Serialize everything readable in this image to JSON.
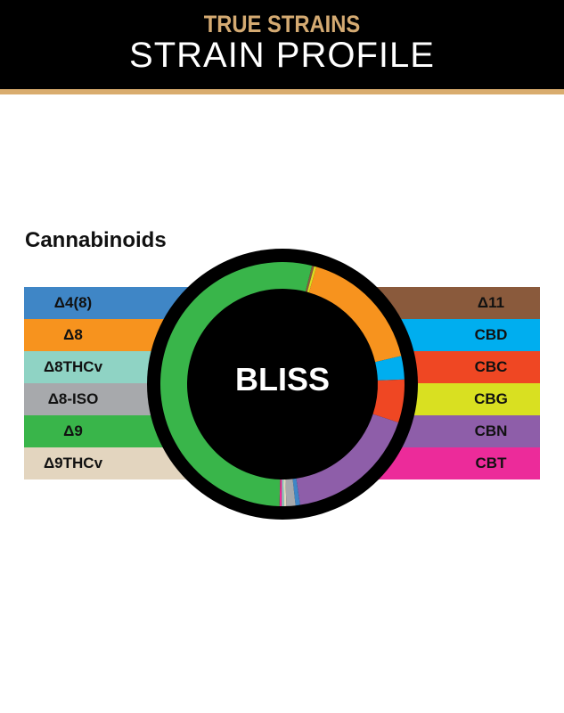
{
  "header": {
    "brand": "TRUE STRAINS",
    "title": "STRAIN PROFILE",
    "accent": "#d9ac6e"
  },
  "section_title": "Cannabinoids",
  "chart_data": {
    "type": "pie",
    "style": "donut",
    "center_label": "BLISS",
    "start_angle_deg": 14,
    "slices": [
      {
        "name": "Δ11",
        "value": 0.3,
        "color": "#8a5a3c"
      },
      {
        "name": "CBG",
        "value": 0.3,
        "color": "#d9e021"
      },
      {
        "name": "Δ8",
        "value": 16.8,
        "color": "#f7931e"
      },
      {
        "name": "CBD",
        "value": 3.1,
        "color": "#00aeef"
      },
      {
        "name": "CBC",
        "value": 5.7,
        "color": "#ef4723"
      },
      {
        "name": "CBN",
        "value": 17.6,
        "color": "#8e5ea9"
      },
      {
        "name": "Δ4(8)",
        "value": 0.6,
        "color": "#3f86c6"
      },
      {
        "name": "Δ8-ISO",
        "value": 1.2,
        "color": "#a7a9ac"
      },
      {
        "name": "Δ9THCv",
        "value": 0.3,
        "color": "#e3d5bf"
      },
      {
        "name": "Δ8THCv",
        "value": 0.3,
        "color": "#8fd3c4"
      },
      {
        "name": "CBT",
        "value": 0.3,
        "color": "#ec2b9a"
      },
      {
        "name": "Δ9",
        "value": 53.5,
        "color": "#39b54a"
      }
    ],
    "legend_left": [
      {
        "label": "Δ4(8)",
        "color": "#3f86c6"
      },
      {
        "label": "Δ8",
        "color": "#f7931e"
      },
      {
        "label": "Δ8THCv",
        "color": "#8fd3c4"
      },
      {
        "label": "Δ8-ISO",
        "color": "#a7a9ac"
      },
      {
        "label": "Δ9",
        "color": "#39b54a"
      },
      {
        "label": "Δ9THCv",
        "color": "#e3d5bf"
      }
    ],
    "legend_right": [
      {
        "label": "Δ11",
        "color": "#8a5a3c"
      },
      {
        "label": "CBD",
        "color": "#00aeef"
      },
      {
        "label": "CBC",
        "color": "#ef4723"
      },
      {
        "label": "CBG",
        "color": "#d9e021"
      },
      {
        "label": "CBN",
        "color": "#8e5ea9"
      },
      {
        "label": "CBT",
        "color": "#ec2b9a"
      }
    ]
  }
}
